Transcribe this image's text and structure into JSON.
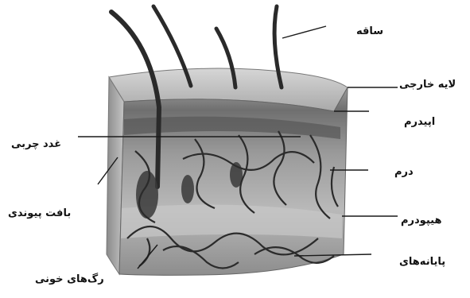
{
  "diagram": {
    "labels": {
      "shaft": "ساقه",
      "outer_layer": "لایه خارجی",
      "epidermis": "اپیدرم",
      "sebaceous_gland": "غدد چربی",
      "dermis": "درم",
      "connective_tissue": "بافت پیوندی",
      "hypodermis": "هیپودرم",
      "nerve_endings": "پایانه‌های",
      "blood_vessels": "رگ‌های خونی"
    }
  }
}
